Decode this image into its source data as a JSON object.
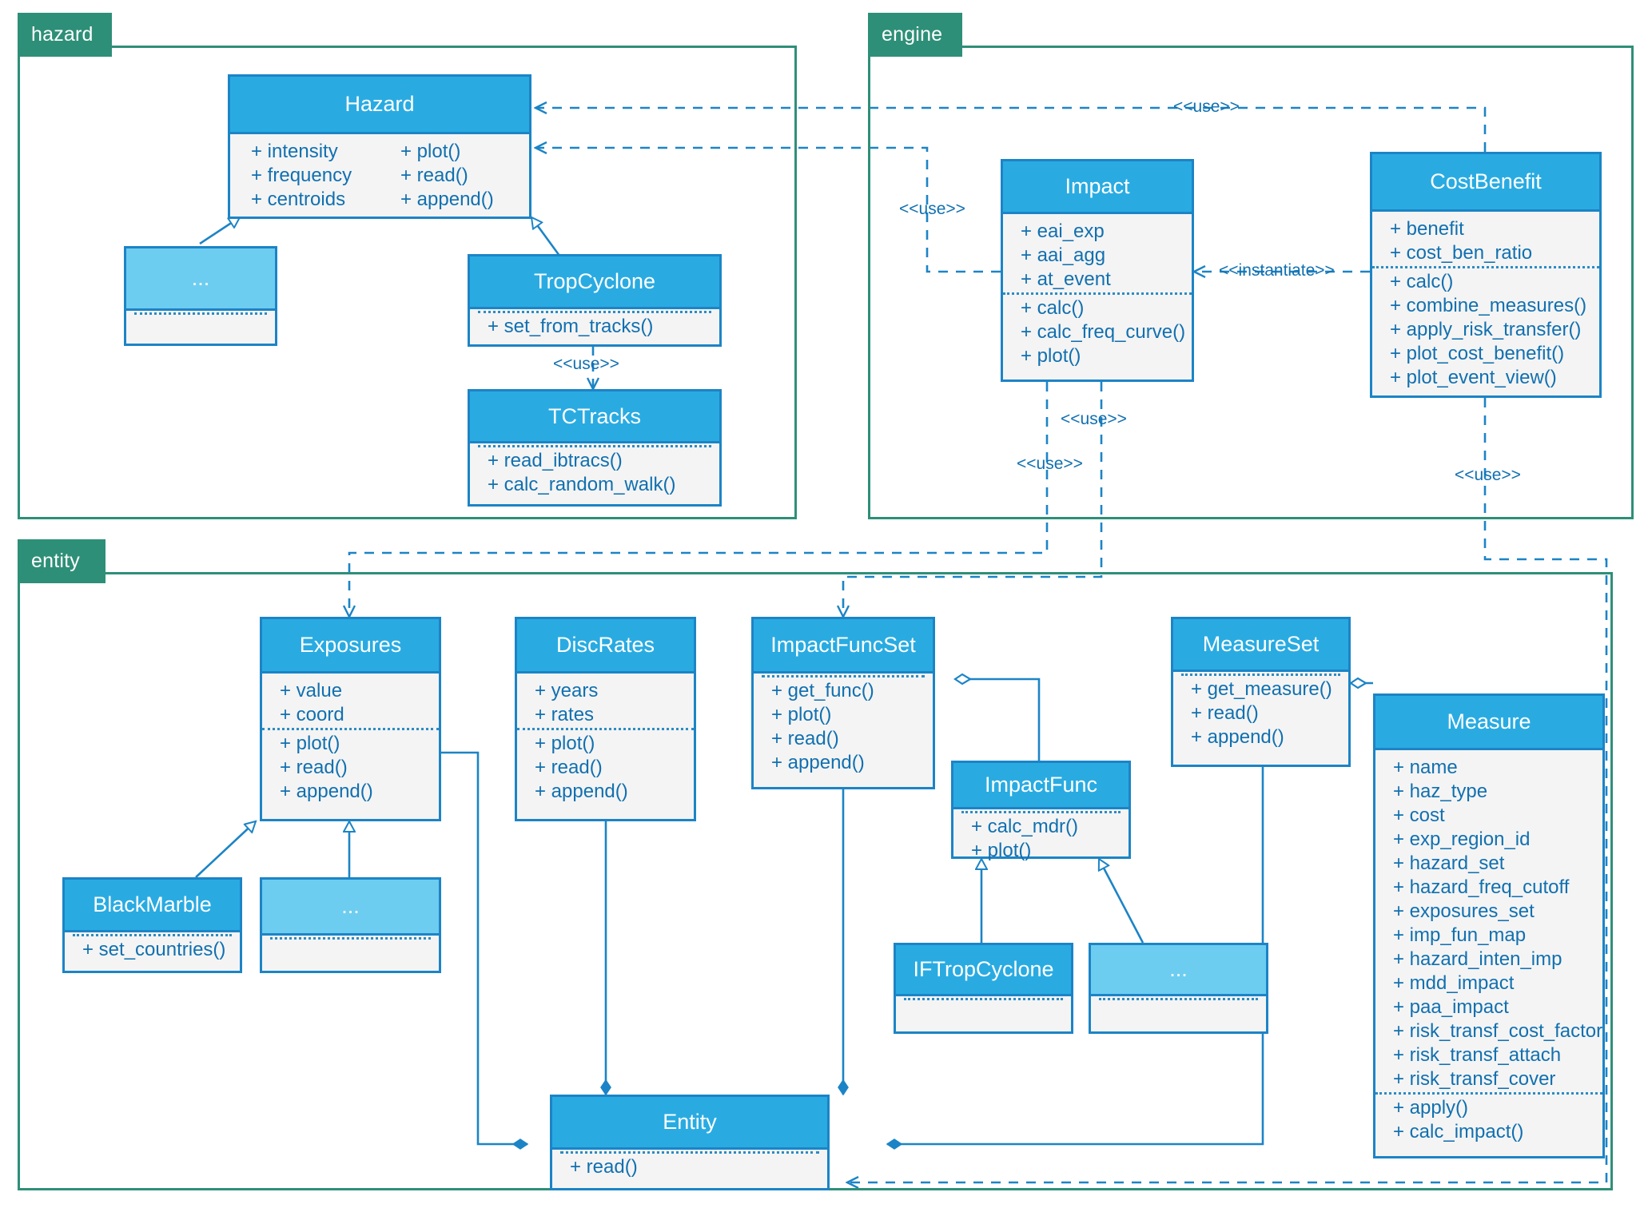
{
  "diagram": {
    "title": "CLIMADA UML class diagram",
    "colors": {
      "package_green": "#2E8F78",
      "class_header_blue": "#29ABE2",
      "class_header_light": "#6DCDF0",
      "class_border": "#1C84C6",
      "class_body": "#F4F4F4",
      "member_text": "#1170B0",
      "background": "#FFFFFF"
    }
  },
  "packages": [
    {
      "id": "hazard",
      "label": "hazard"
    },
    {
      "id": "engine",
      "label": "engine"
    },
    {
      "id": "entity",
      "label": "entity"
    }
  ],
  "classes": {
    "hazard": {
      "name": "Hazard",
      "attributes_col1": [
        "+ intensity",
        "+ frequency",
        "+ centroids"
      ],
      "attributes_col2": [
        "+ plot()",
        "+ read()",
        "+ append()"
      ]
    },
    "hazard_other": {
      "name": "...",
      "members": []
    },
    "tropcyclone": {
      "name": "TropCyclone",
      "methods": [
        "+ set_from_tracks()"
      ]
    },
    "tctracks": {
      "name": "TCTracks",
      "methods": [
        "+ read_ibtracs()",
        "+ calc_random_walk()"
      ]
    },
    "impact": {
      "name": "Impact",
      "attributes": [
        "+ eai_exp",
        "+ aai_agg",
        "+ at_event"
      ],
      "methods": [
        "+ calc()",
        "+ calc_freq_curve()",
        "+ plot()"
      ]
    },
    "costbenefit": {
      "name": "CostBenefit",
      "attributes": [
        "+ benefit",
        "+ cost_ben_ratio"
      ],
      "methods": [
        "+ calc()",
        "+ combine_measures()",
        "+ apply_risk_transfer()",
        "+ plot_cost_benefit()",
        "+ plot_event_view()"
      ]
    },
    "exposures": {
      "name": "Exposures",
      "attributes": [
        "+ value",
        "+ coord"
      ],
      "methods": [
        "+ plot()",
        "+ read()",
        "+ append()"
      ]
    },
    "blackmarble": {
      "name": "BlackMarble",
      "methods": [
        "+ set_countries()"
      ]
    },
    "exposures_other": {
      "name": "...",
      "members": []
    },
    "discrates": {
      "name": "DiscRates",
      "attributes": [
        "+ years",
        "+ rates"
      ],
      "methods": [
        "+ plot()",
        "+ read()",
        "+ append()"
      ]
    },
    "impactfuncset": {
      "name": "ImpactFuncSet",
      "methods": [
        "+ get_func()",
        "+ plot()",
        "+ read()",
        "+ append()"
      ]
    },
    "impactfunc": {
      "name": "ImpactFunc",
      "methods": [
        "+ calc_mdr()",
        "+ plot()"
      ]
    },
    "iftropcyclone": {
      "name": "IFTropCyclone",
      "methods": []
    },
    "impactfunc_other": {
      "name": "...",
      "members": []
    },
    "measureset": {
      "name": "MeasureSet",
      "methods": [
        "+ get_measure()",
        "+ read()",
        "+ append()"
      ]
    },
    "measure": {
      "name": "Measure",
      "attributes": [
        "+ name",
        "+ haz_type",
        "+ cost",
        "+ exp_region_id",
        "+ hazard_set",
        "+ hazard_freq_cutoff",
        "+ exposures_set",
        "+ imp_fun_map",
        "+ hazard_inten_imp",
        "+ mdd_impact",
        "+ paa_impact",
        "+ risk_transf_cost_factor",
        "+ risk_transf_attach",
        "+ risk_transf_cover"
      ],
      "methods": [
        "+ apply()",
        "+ calc_impact()"
      ]
    },
    "entity": {
      "name": "Entity",
      "methods": [
        "+ read()"
      ]
    }
  },
  "relationship_labels": {
    "use_costbenefit_hazard": "<<use>>",
    "use_impact_hazard": "<<use>>",
    "use_tropcyclone_tctracks": "<<use>>",
    "instantiate_costbenefit_impact": "<<instantiate>>",
    "use_impact_exposures": "<<use>>",
    "use_impact_impactfuncset": "<<use>>",
    "use_costbenefit_entity": "<<use>>"
  }
}
